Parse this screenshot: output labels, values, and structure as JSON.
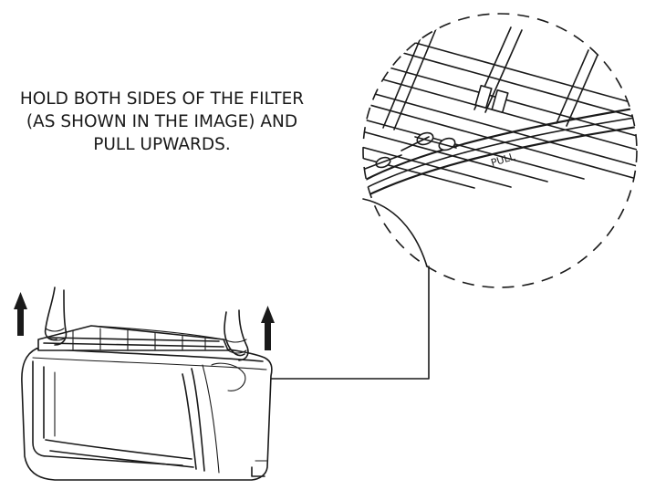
{
  "instruction": {
    "line1": "HOLD BOTH SIDES OF THE FILTER",
    "line2": "(AS SHOWN IN THE IMAGE) AND",
    "line3": "PULL UPWARDS."
  },
  "detail": {
    "pull_label": "PULL"
  }
}
